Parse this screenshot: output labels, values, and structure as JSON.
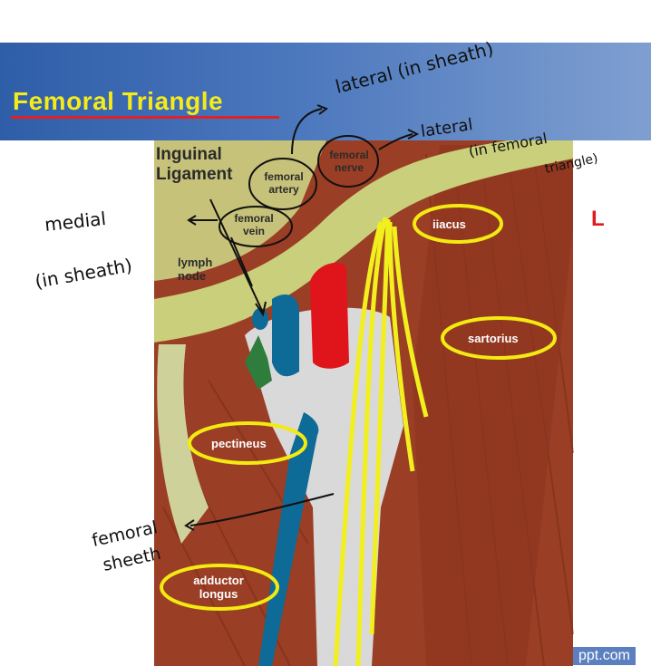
{
  "slide": {
    "title": "Femoral Triangle",
    "side_marker": "L",
    "watermark": "ppt.com",
    "colors": {
      "header": "#3a68b0",
      "title": "#f5ea1a",
      "underline": "#e2202a",
      "muscle": "#9a3e25",
      "artery": "#e0141b",
      "vein": "#0e6a96",
      "nerve": "#f1f01e",
      "sheath": "#d8d8d8",
      "ligament": "#c9cf7a",
      "highlight_circle": "#f2ea12"
    }
  },
  "printed_labels": {
    "ligament_line1": "Inguinal",
    "ligament_line2": "Ligament",
    "artery_line1": "femoral",
    "artery_line2": "artery",
    "nerve_line1": "femoral",
    "nerve_line2": "nerve",
    "vein_line1": "femoral",
    "vein_line2": "vein",
    "lymph_line1": "lymph",
    "lymph_line2": "node",
    "iliacus": "iiacus",
    "sartorius": "sartorius",
    "pectineus": "pectineus",
    "adductor_line1": "adductor",
    "adductor_line2": "longus"
  },
  "handwritten_notes": {
    "lateral_sheath": "lateral (in sheath)",
    "lateral_triangle_1": "lateral",
    "lateral_triangle_2": "(in femoral",
    "lateral_triangle_3": "triangle)",
    "medial": "medial",
    "medial_sheath": "(in sheath)",
    "femoral_sheath_1": "femoral",
    "femoral_sheath_2": "sheeth"
  }
}
